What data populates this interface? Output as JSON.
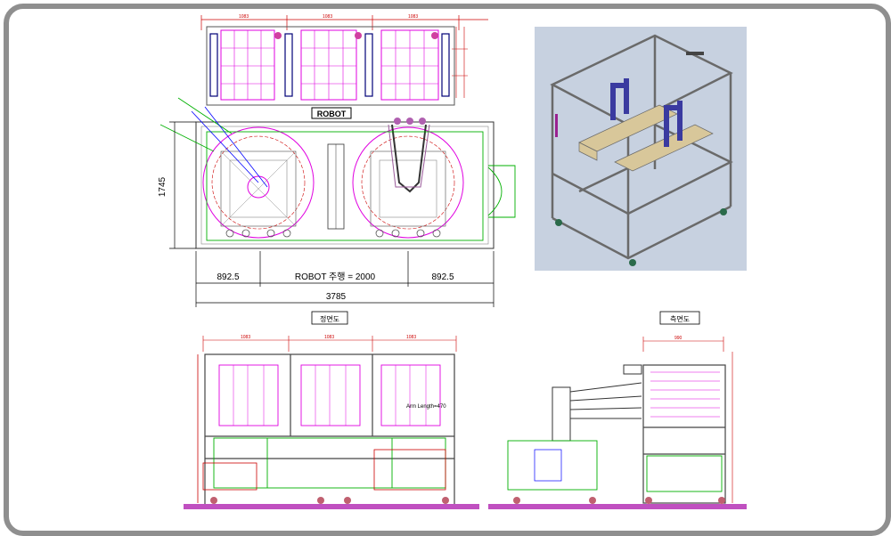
{
  "plan": {
    "robot_label": "ROBOT",
    "dim_1745": "1745",
    "dim_left": "892.5",
    "dim_robot_travel": "ROBOT 주행 = 2000",
    "dim_right": "892.5",
    "dim_total": "3785",
    "top_dims": [
      "1083",
      "1083",
      "1083"
    ]
  },
  "front_view": {
    "title": "정면도",
    "top_dims": [
      "1083",
      "1083",
      "1083"
    ],
    "note": "Arm Length=470"
  },
  "side_view": {
    "title": "측면도",
    "top_dim": "990"
  },
  "colors": {
    "frame_border": "#8f8f8f",
    "render_bg": "#c7d1e0",
    "magenta": "#e000e0",
    "red": "#e00000",
    "green": "#00b000",
    "blue": "#0000ff"
  }
}
